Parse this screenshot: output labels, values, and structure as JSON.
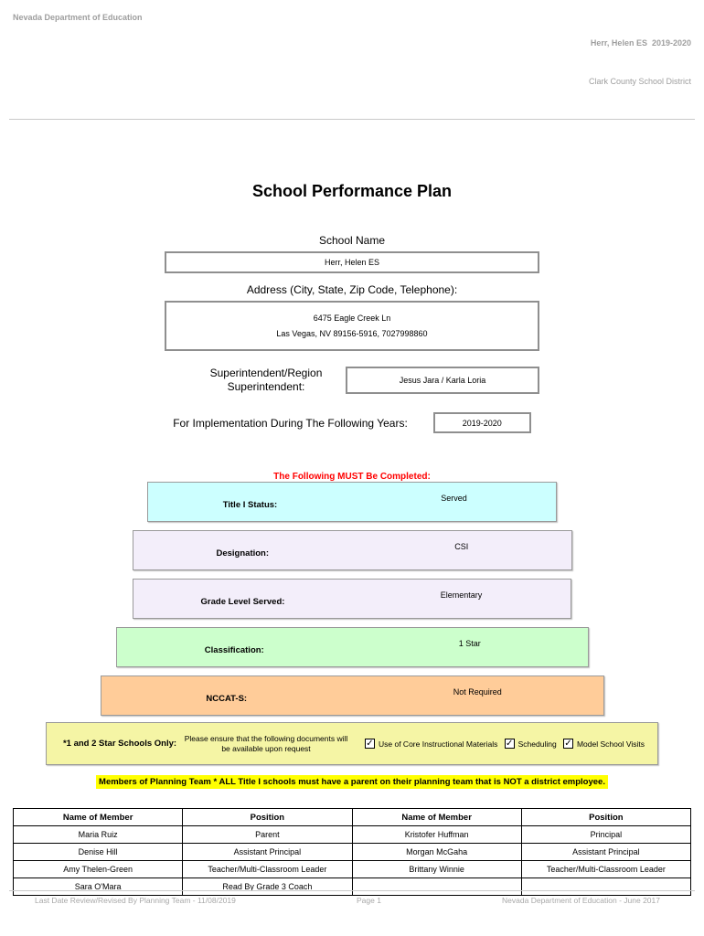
{
  "header": {
    "left": "Nevada Department of Education",
    "school_year": "Herr, Helen ES  2019-2020",
    "district": "Clark County School District"
  },
  "title": "School Performance Plan",
  "form": {
    "school_name_label": "School Name",
    "school_name_value": "Herr, Helen ES",
    "address_label": "Address (City, State, Zip Code, Telephone):",
    "address_line1": "6475 Eagle Creek Ln",
    "address_line2": "Las Vegas, NV  89156-5916, 7027998860",
    "superintendent_label": "Superintendent/Region Superintendent:",
    "superintendent_value": "Jesus Jara / Karla Loria",
    "implementation_label": "For Implementation During The Following Years:",
    "implementation_value": "2019-2020"
  },
  "must_complete_notice": "The Following MUST Be Completed:",
  "status_rows": [
    {
      "label": "Title I Status:",
      "value": "Served",
      "color": "#ccffff"
    },
    {
      "label": "Designation:",
      "value": "CSI",
      "color": "#f3eefa"
    },
    {
      "label": "Grade Level Served:",
      "value": "Elementary",
      "color": "#f3eefa"
    },
    {
      "label": "Classification:",
      "value": "1 Star",
      "color": "#ccffcc"
    },
    {
      "label": "NCCAT-S:",
      "value": "Not Required",
      "color": "#ffcc99"
    }
  ],
  "star_schools": {
    "background": "#f5f5a5",
    "label": "*1 and 2 Star Schools Only:",
    "description": "Please ensure that the following documents will be available upon request",
    "checkboxes": [
      {
        "label": "Use of Core Instructional Materials",
        "checked": true
      },
      {
        "label": "Scheduling",
        "checked": true
      },
      {
        "label": "Model School Visits",
        "checked": true
      }
    ]
  },
  "icons": {
    "check": "✓"
  },
  "planning_team_notice": "Members of Planning Team * ALL Title I schools must have a parent on their planning team that is NOT a district employee.",
  "members_table": {
    "headers": [
      "Name of Member",
      "Position",
      "Name of Member",
      "Position"
    ],
    "rows": [
      [
        "Maria Ruiz",
        "Parent",
        "Kristofer Huffman",
        "Principal"
      ],
      [
        "Denise Hill",
        "Assistant Principal",
        "Morgan McGaha",
        "Assistant Principal"
      ],
      [
        "Amy Thelen-Green",
        "Teacher/Multi-Classroom Leader",
        "Brittany Winnie",
        "Teacher/Multi-Classroom Leader"
      ],
      [
        "Sara O'Mara",
        "Read By Grade 3 Coach",
        "",
        ""
      ]
    ]
  },
  "footer": {
    "left": "Last Date Review/Revised By Planning Team - 11/08/2019",
    "center": "Page 1",
    "right": "Nevada Department of Education - June 2017"
  }
}
